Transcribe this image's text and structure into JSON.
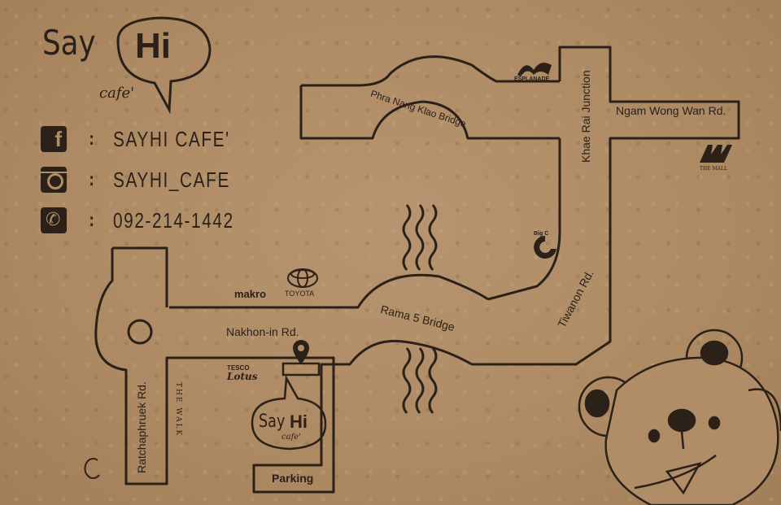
{
  "brand": {
    "say": "Say",
    "hi": "Hi",
    "cafe": "cafe'"
  },
  "contacts": [
    {
      "icon": "facebook-icon",
      "colon": ":",
      "value": "SAYHI CAFE'"
    },
    {
      "icon": "instagram-icon",
      "colon": ":",
      "value": "SAYHI_CAFE"
    },
    {
      "icon": "phone-icon",
      "colon": ":",
      "value": "092-214-1442"
    }
  ],
  "map": {
    "roads": {
      "phra_nang_klao": "Phra Nang Klao Bridge",
      "khae_rai": "Khae Rai Junction",
      "ngam_wong_wan": "Ngam Wong Wan Rd.",
      "tiwanon": "Tiwanon Rd.",
      "rama5": "Rama 5 Bridge",
      "nakhon_in": "Nakhon-in Rd.",
      "ratchaphruek": "Ratchaphruek Rd."
    },
    "landmarks": {
      "esplanade": "ESPLANADE",
      "the_mall": "THE MALL",
      "big_c": "Big C",
      "makro": "makro",
      "toyota": "TOYOTA",
      "tesco": "TESCO",
      "lotus": "Lotus",
      "the_walk": "THE WALK",
      "parking": "Parking"
    },
    "cafe_marker": {
      "say": "Say",
      "hi": "Hi",
      "cafe": "cafe'"
    }
  },
  "colors": {
    "ink": "#2b2118",
    "paper": "#b08d66"
  }
}
